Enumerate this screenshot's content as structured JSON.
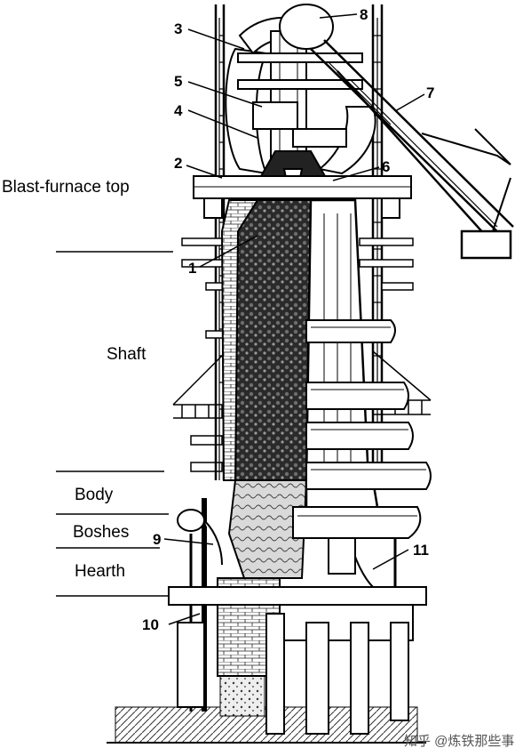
{
  "zones": {
    "top": "Blast-furnace top",
    "shaft": "Shaft",
    "body": "Body",
    "boshes": "Boshes",
    "hearth": "Hearth"
  },
  "callouts": [
    "1",
    "2",
    "3",
    "4",
    "5",
    "6",
    "7",
    "8",
    "9",
    "10",
    "11"
  ],
  "watermark": "知乎 @炼铁那些事",
  "colors": {
    "ink": "#000000",
    "paper": "#ffffff",
    "burden": "#1a1a1a"
  }
}
